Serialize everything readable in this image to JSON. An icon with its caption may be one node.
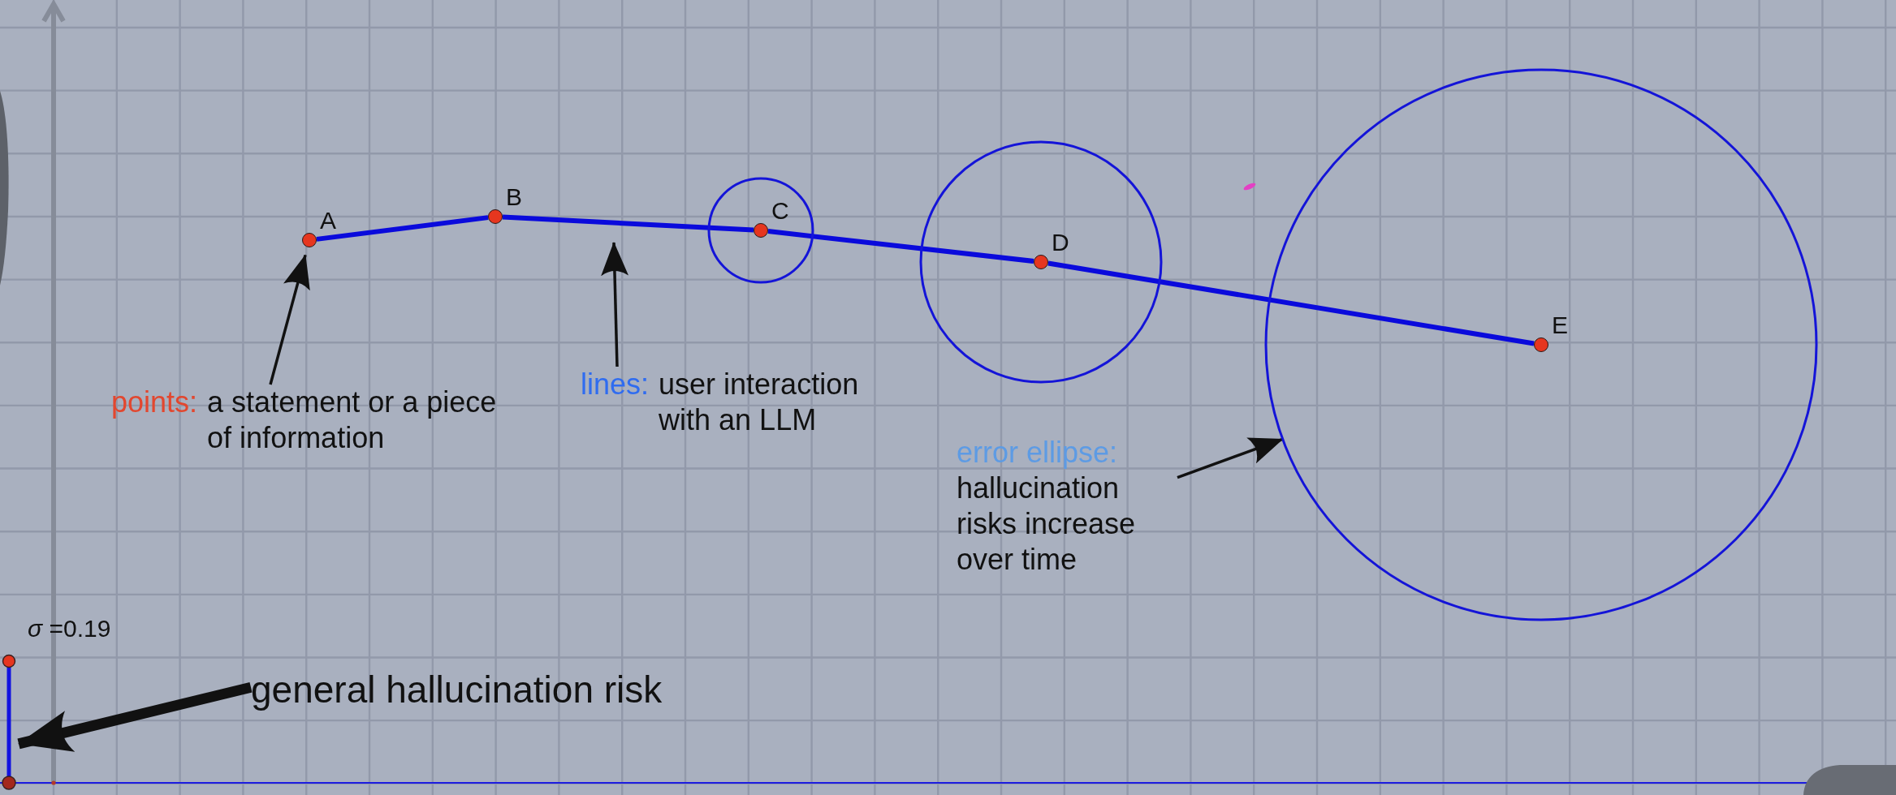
{
  "diagram": {
    "nodes": [
      {
        "text": [
          "A"
        ]
      },
      {
        "text": [
          "B"
        ]
      },
      {
        "text": [],
        "shape": "circle"
      },
      {
        "text": [
          "C"
        ],
        "in": 2
      },
      {
        "text": [],
        "shape": "circle"
      },
      {
        "text": [
          "D"
        ],
        "in": 4
      },
      {
        "text": [],
        "shape": "circle"
      },
      {
        "text": [
          "E"
        ],
        "in": 6
      },
      {
        "text": [
          "points:",
          "a statement or a piece of information"
        ]
      },
      {
        "text": [
          "lines:",
          "user interaction with an LLM"
        ]
      },
      {
        "text": [
          "error ellipse:",
          "hallucination risks increase over time"
        ]
      },
      {
        "text": [],
        "shape": "bar",
        "beside": [
          "*σ* =0.19"
        ]
      },
      {
        "text": [
          "general hallucination risk"
        ]
      }
    ],
    "edges": [
      {
        "from": 0,
        "to": 1,
        "arrow": "none"
      },
      {
        "from": 1,
        "to": 3,
        "arrow": "none"
      },
      {
        "from": 3,
        "to": 5,
        "arrow": "none"
      },
      {
        "from": 5,
        "to": 7,
        "arrow": "none"
      },
      {
        "from": 8,
        "to": 0,
        "arrow": "to",
        "color": "#111111"
      },
      {
        "from": 9,
        "to": null,
        "arrow": "to",
        "color": "#111111"
      },
      {
        "from": 10,
        "to": 6,
        "arrow": "to",
        "color": "#111111"
      },
      {
        "from": 12,
        "to": 11,
        "arrow": "to",
        "style": "thick",
        "color": "#111111"
      }
    ]
  }
}
